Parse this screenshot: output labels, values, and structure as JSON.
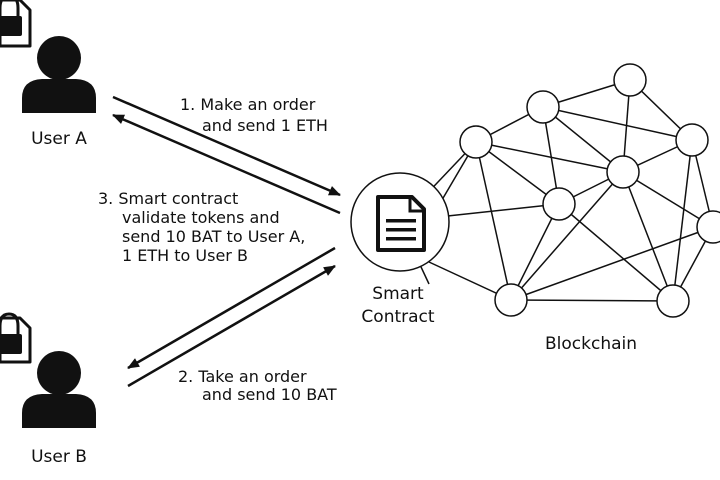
{
  "users": {
    "a": {
      "label": "User A"
    },
    "b": {
      "label": "User B"
    }
  },
  "steps": {
    "step1": {
      "line1": "1. Make an order",
      "line2": "and send 1 ETH"
    },
    "step2": {
      "line1": "2. Take an order",
      "line2": "and send 10 BAT"
    },
    "step3": {
      "line1": "3. Smart contract",
      "line2": "validate tokens and",
      "line3": "send 10 BAT to User A,",
      "line4": "1 ETH to User B"
    }
  },
  "smart_contract": {
    "line1": "Smart",
    "line2": "Contract"
  },
  "blockchain": {
    "label": "Blockchain"
  },
  "icons": {
    "user_a": "user-icon",
    "user_b": "user-icon",
    "wallet_a": "locked-file-icon",
    "wallet_b": "locked-file-icon",
    "contract": "document-icon"
  }
}
